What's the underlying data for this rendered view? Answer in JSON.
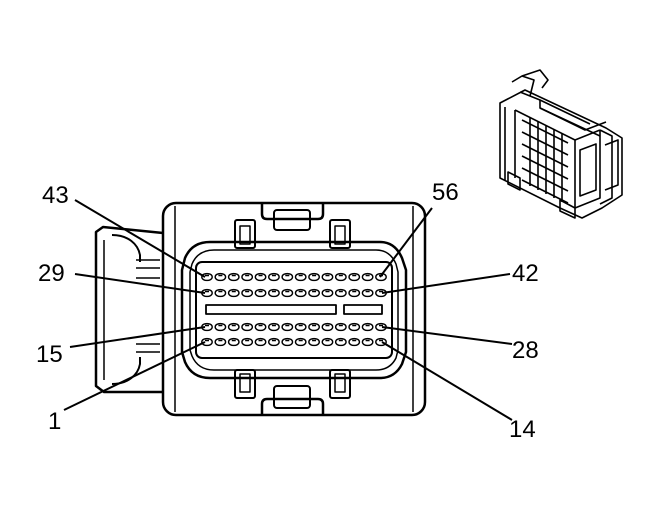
{
  "diagram": {
    "pin_labels": {
      "p43": "43",
      "p56": "56",
      "p29": "29",
      "p42": "42",
      "p15": "15",
      "p28": "28",
      "p1": "1",
      "p14": "14"
    }
  }
}
